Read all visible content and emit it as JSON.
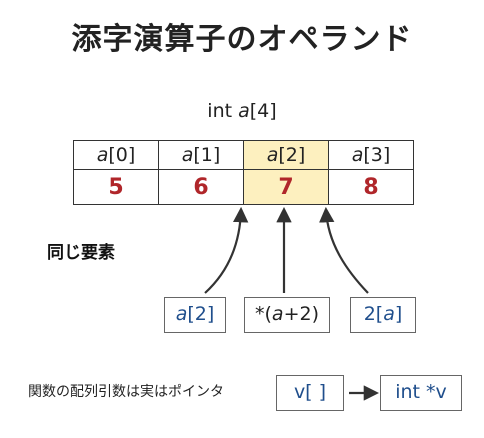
{
  "title": "添字演算子のオペランド",
  "declaration": {
    "prefix": "int ",
    "name": "a",
    "suffix": "[4]"
  },
  "array": {
    "indices": [
      {
        "name": "a",
        "sub": "[0]"
      },
      {
        "name": "a",
        "sub": "[1]"
      },
      {
        "name": "a",
        "sub": "[2]"
      },
      {
        "name": "a",
        "sub": "[3]"
      }
    ],
    "values": [
      "5",
      "6",
      "7",
      "8"
    ],
    "highlighted_index": 2
  },
  "same_element_label": "同じ要素",
  "expressions": {
    "e1": {
      "name": "a",
      "rest": "[2]"
    },
    "e2": {
      "pre": "*(",
      "name": "a",
      "post": "+2)"
    },
    "e3": {
      "pre": "2[",
      "name": "a",
      "post": "]"
    }
  },
  "bottom": {
    "label": "関数の配列引数は実はポインタ",
    "from": "v[ ]",
    "to": "int *v"
  },
  "colors": {
    "highlight": "#fdf0bf",
    "value_red": "#b0262a",
    "expr_blue": "#1f4e8c"
  }
}
